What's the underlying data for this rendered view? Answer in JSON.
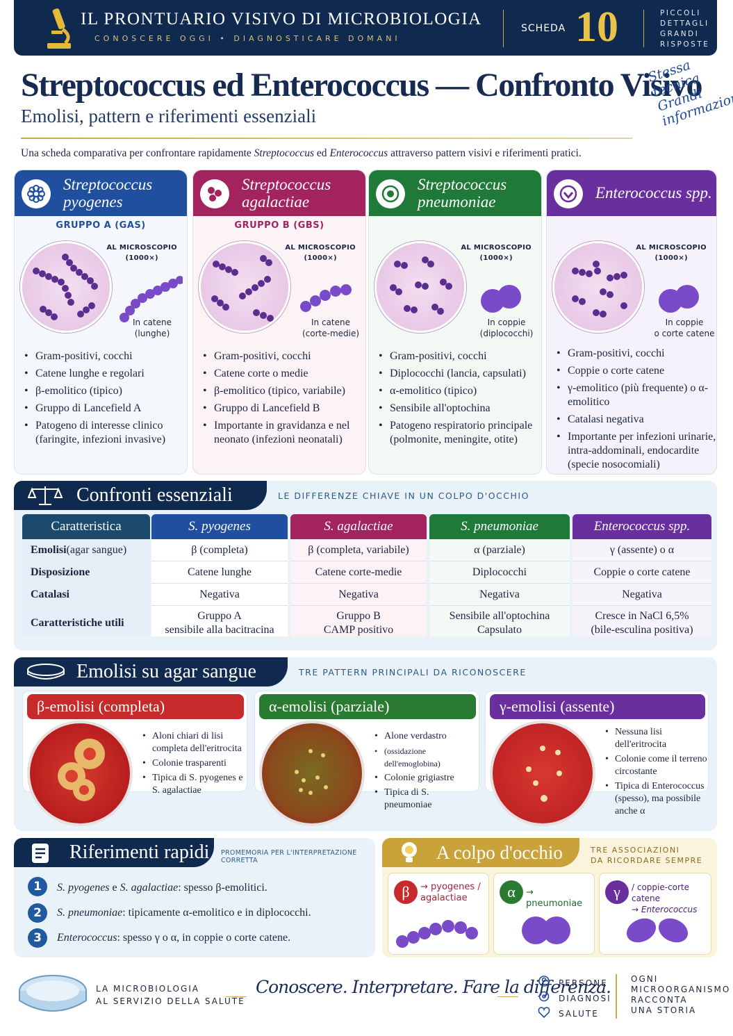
{
  "header": {
    "title": "IL PRONTUARIO VISIVO DI MICROBIOLOGIA",
    "tagline": "CONOSCERE OGGI • DIAGNOSTICARE DOMANI",
    "scheda_label": "SCHEDA",
    "scheda_num": "10",
    "side_lines": [
      "PICCOLI",
      "DETTAGLI",
      "GRANDI",
      "RISPOSTE"
    ]
  },
  "title": "Streptococcus ed Enterococcus — Confronto Visivo",
  "subtitle": "Emolisi, pattern e riferimenti essenziali",
  "script_lines": [
    "Stessa",
    "tecnica",
    "Grandi",
    "informazioni"
  ],
  "intro": {
    "a": "Una scheda comparativa per confrontare rapidamente ",
    "b": "Streptococcus",
    "c": " ed ",
    "d": "Enterococcus",
    "e": " attraverso pattern visivi e riferimenti pratici."
  },
  "colors": {
    "blue": "#1f4f9e",
    "magenta": "#a3235e",
    "green": "#1f7a3a",
    "purple": "#6a2f9e",
    "navy": "#10294f",
    "gold": "#c9a94e"
  },
  "cards": [
    {
      "name1": "Streptococcus",
      "name2": "pyogenes",
      "group": "GRUPPO A (GAS)",
      "mic1": "AL MICROSCOPIO",
      "mic2": "(1000×)",
      "arr1": "In catene",
      "arr2": "(lunghe)",
      "icon": "flower-icon",
      "bullets": [
        "Gram-positivi, cocchi",
        "Catene lunghe e regolari",
        "β-emolitico (tipico)",
        "Gruppo di Lancefield A",
        "Patogeno di interesse clinico (faringite, infezioni invasive)"
      ]
    },
    {
      "name1": "Streptococcus",
      "name2": "agalactiae",
      "group": "GRUPPO B (GBS)",
      "mic1": "AL MICROSCOPIO",
      "mic2": "(1000×)",
      "arr1": "In catene",
      "arr2": "(corte-medie)",
      "icon": "cocci-icon",
      "bullets": [
        "Gram-positivi, cocchi",
        "Catene corte o medie",
        "β-emolitico (tipico, variabile)",
        "Gruppo di Lancefield B",
        "Importante in gravidanza e nel neonato (infezioni neonatali)"
      ]
    },
    {
      "name1": "Streptococcus",
      "name2": "pneumoniae",
      "group": "",
      "mic1": "AL MICROSCOPIO",
      "mic2": "(1000×)",
      "arr1": "In coppie",
      "arr2": "(diplococchi)",
      "icon": "capsule-icon",
      "bullets": [
        "Gram-positivi, cocchi",
        "Diplococchi (lancia, capsulati)",
        "α-emolitico (tipico)",
        "Sensibile all'optochina",
        "Patogeno respiratorio principale (polmonite, meningite, otite)"
      ]
    },
    {
      "name1": "Enterococcus spp.",
      "name2": "",
      "group": "",
      "mic1": "AL MICROSCOPIO",
      "mic2": "(1000×)",
      "arr1": "In coppie",
      "arr2": "o corte catene",
      "icon": "shield-icon",
      "bullets": [
        "Gram-positivi, cocchi",
        "Coppie o corte catene",
        "γ-emolitico (più frequente) o α-emolitico",
        "Catalasi negativa",
        "Importante per infezioni urinarie, intra-addominali, endocardite (specie nosocomiali)"
      ]
    }
  ],
  "compare": {
    "title": "Confronti essenziali",
    "sub": "LE DIFFERENZE CHIAVE IN UN COLPO D'OCCHIO",
    "cols": [
      "Caratteristica",
      "S. pyogenes",
      "S. agalactiae",
      "S. pneumoniae",
      "Enterococcus spp."
    ],
    "rows": [
      {
        "label": "Emolisi",
        "label_extra": " (agar sangue)",
        "cells": [
          "β (completa)",
          "β (completa, variabile)",
          "α (parziale)",
          "γ (assente) o α"
        ]
      },
      {
        "label": "Disposizione",
        "label_extra": "",
        "cells": [
          "Catene lunghe",
          "Catene corte-medie",
          "Diplococchi",
          "Coppie o corte catene"
        ]
      },
      {
        "label": "Catalasi",
        "label_extra": "",
        "cells": [
          "Negativa",
          "Negativa",
          "Negativa",
          "Negativa"
        ]
      },
      {
        "label": "Caratteristiche utili",
        "label_extra": "",
        "cells": [
          "Gruppo A\nsensibile alla bacitracina",
          "Gruppo B\nCAMP positivo",
          "Sensibile all'optochina\nCapsulato",
          "Cresce in NaCl 6,5%\n(bile-esculina positiva)"
        ]
      }
    ]
  },
  "hemo": {
    "title": "Emolisi su agar sangue",
    "sub": "TRE PATTERN PRINCIPALI DA RICONOSCERE",
    "boxes": [
      {
        "title": "β-emolisi (completa)",
        "bullets": [
          "Aloni chiari di lisi completa dell'eritrocita",
          "Colonie trasparenti",
          "Tipica di S. pyogenes e S. agalactiae"
        ]
      },
      {
        "title": "α-emolisi (parziale)",
        "bullets": [
          "Alone verdastro",
          "(ossidazione dell'emoglobina)",
          "Colonie grigiastre",
          "Tipica di S. pneumoniae"
        ]
      },
      {
        "title": "γ-emolisi (assente)",
        "bullets": [
          "Nessuna lisi dell'eritrocita",
          "Colonie come il terreno circostante",
          "Tipica di Enterococcus (spesso), ma possibile anche α"
        ]
      }
    ]
  },
  "refs": {
    "title": "Riferimenti rapidi",
    "sub": "PROMEMORIA PER L'INTERPRETAZIONE CORRETTA",
    "items": [
      {
        "n": "1",
        "i1": "S. pyogenes",
        "t1": " e ",
        "i2": "S. agalactiae",
        "t2": ": spesso β-emolitici."
      },
      {
        "n": "2",
        "i1": "S. pneumoniae",
        "t1": ": tipicamente α-emolitico e in diplococchi.",
        "i2": "",
        "t2": ""
      },
      {
        "n": "3",
        "i1": "Enterococcus",
        "t1": ": spesso γ o α, in coppie o corte catene.",
        "i2": "",
        "t2": ""
      }
    ]
  },
  "glance": {
    "title": "A colpo d'occhio",
    "sub1": "TRE ASSOCIAZIONI",
    "sub2": "DA RICORDARE SEMPRE",
    "items": [
      {
        "sym": "β",
        "t1": "→ pyogenes /",
        "t2": "agalactiae"
      },
      {
        "sym": "α",
        "t1": "→ pneumoniae",
        "t2": ""
      },
      {
        "sym": "γ",
        "t1": "/ coppie-corte catene",
        "t2": "→ Enterococcus"
      }
    ]
  },
  "footer": {
    "left1": "LA MICROBIOLOGIA",
    "left2": "AL SERVIZIO DELLA SALUTE",
    "motto": "Conoscere. Interpretare. Fare la differenza.",
    "mid": [
      "PERSONE",
      "DIAGNOSI",
      "SALUTE"
    ],
    "right": [
      "OGNI",
      "MICROORGANISMO",
      "RACCONTA",
      "UNA STORIA"
    ]
  }
}
